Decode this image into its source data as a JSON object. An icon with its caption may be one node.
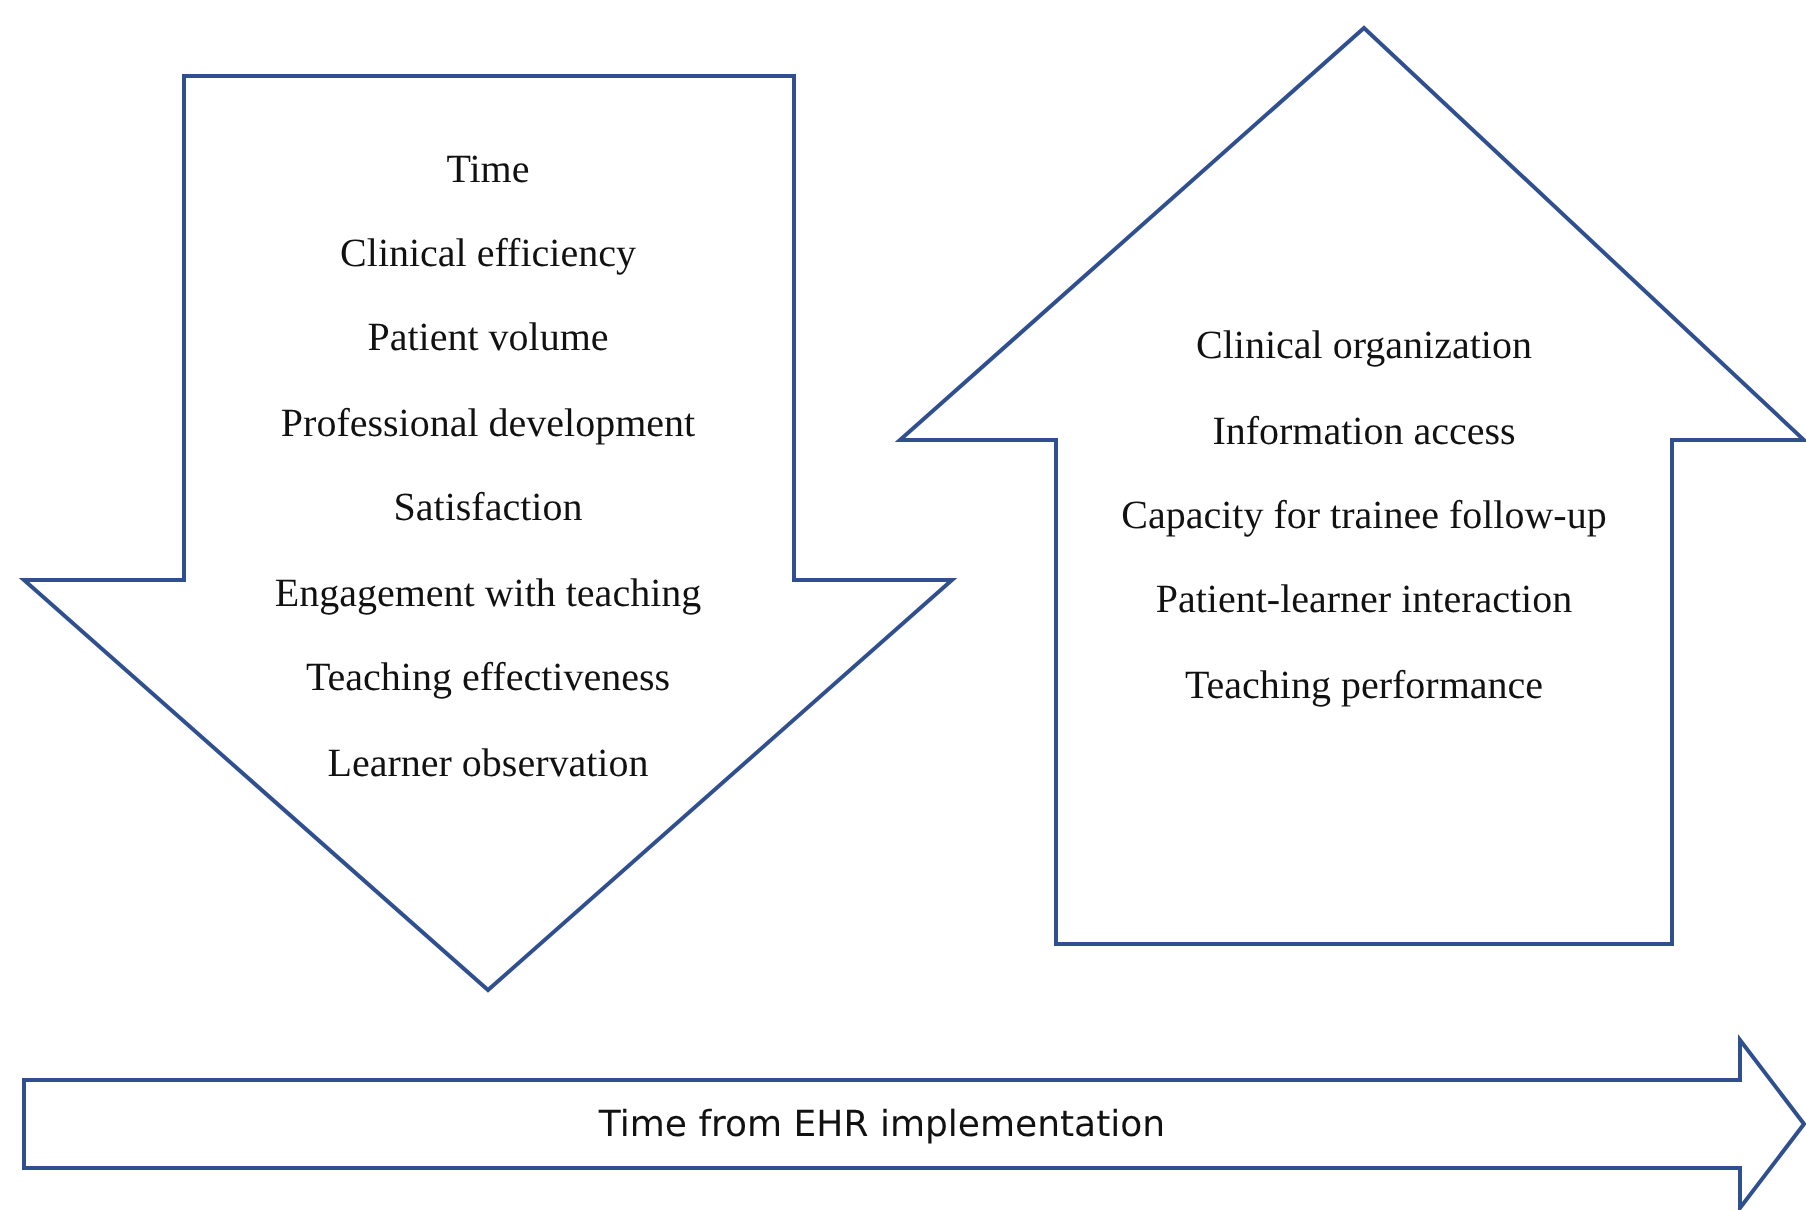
{
  "diagram": {
    "nodes": [
      {
        "text": [
          "Time",
          "Clinical efficiency",
          "Patient volume",
          "Professional development",
          "Satisfaction",
          "Engagement with teaching",
          "Teaching effectiveness",
          "Learner observation"
        ]
      },
      {
        "text": [
          "Clinical organization",
          "Information access",
          "Capacity for trainee follow-up",
          "Patient-learner interaction",
          "Teaching performance"
        ]
      },
      {
        "text": [
          "Time from EHR implementation"
        ]
      }
    ],
    "edges": []
  }
}
